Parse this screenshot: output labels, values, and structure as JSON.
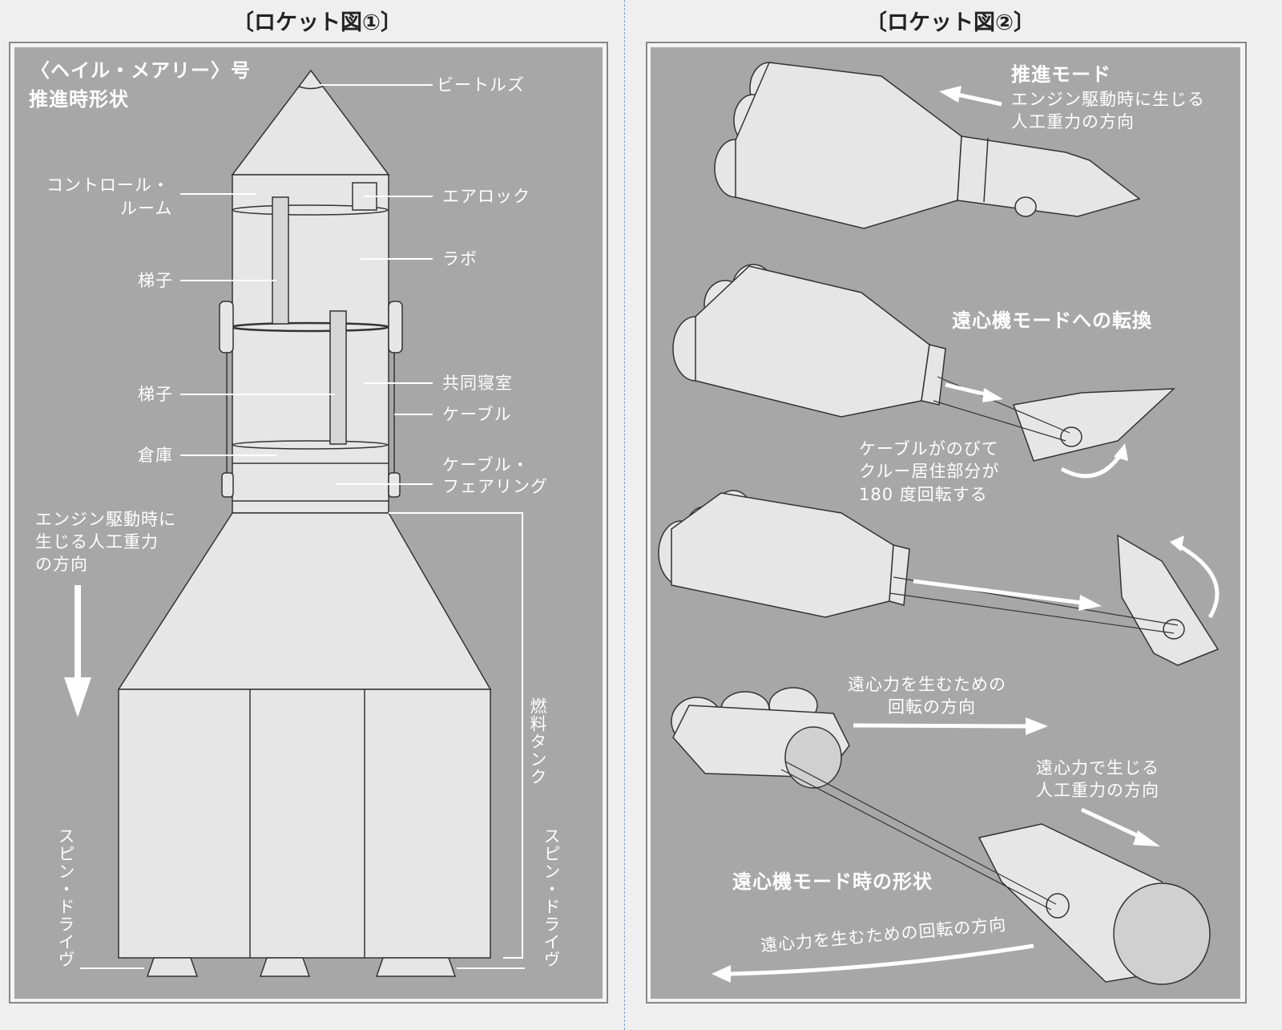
{
  "figure1": {
    "title": "〔ロケット図①〕",
    "ship_name": "〈ヘイル・メアリー〉号",
    "subtitle": "推進時形状",
    "labels": {
      "beetles": "ビートルズ",
      "control_room_1": "コントロール・",
      "control_room_2": "ルーム",
      "airlock": "エアロック",
      "lab": "ラボ",
      "ladder_upper": "梯子",
      "ladder_lower": "梯子",
      "dormitory": "共同寝室",
      "cable": "ケーブル",
      "storage": "倉庫",
      "cable_fairing_1": "ケーブル・",
      "cable_fairing_2": "フェアリング",
      "gravity_1": "エンジン駆動時に",
      "gravity_2": "生じる人工重力",
      "gravity_3": "の方向",
      "fuel_tank": "燃料タンク",
      "spin_drive_left": "スピン・ドライヴ",
      "spin_drive_right": "スピン・ドライヴ"
    }
  },
  "figure2": {
    "title": "〔ロケット図②〕",
    "propulsion_mode": "推進モード",
    "propulsion_desc_1": "エンジン駆動時に生じる",
    "propulsion_desc_2": "人工重力の方向",
    "conversion": "遠心機モードへの転換",
    "cable_desc_1": "ケーブルがのびて",
    "cable_desc_2": "クルー居住部分が",
    "cable_desc_3": "180 度回転する",
    "rotation_dir_1": "遠心力を生むための",
    "rotation_dir_2": "回転の方向",
    "centrifugal_1": "遠心力で生じる",
    "centrifugal_2": "人工重力の方向",
    "centrifuge_shape": "遠心機モード時の形状",
    "rotation_bottom": "遠心力を生むための回転の方向"
  },
  "colors": {
    "panel": "#a7a7a7",
    "hull": "#e6e6e6",
    "text": "#ffffff"
  }
}
